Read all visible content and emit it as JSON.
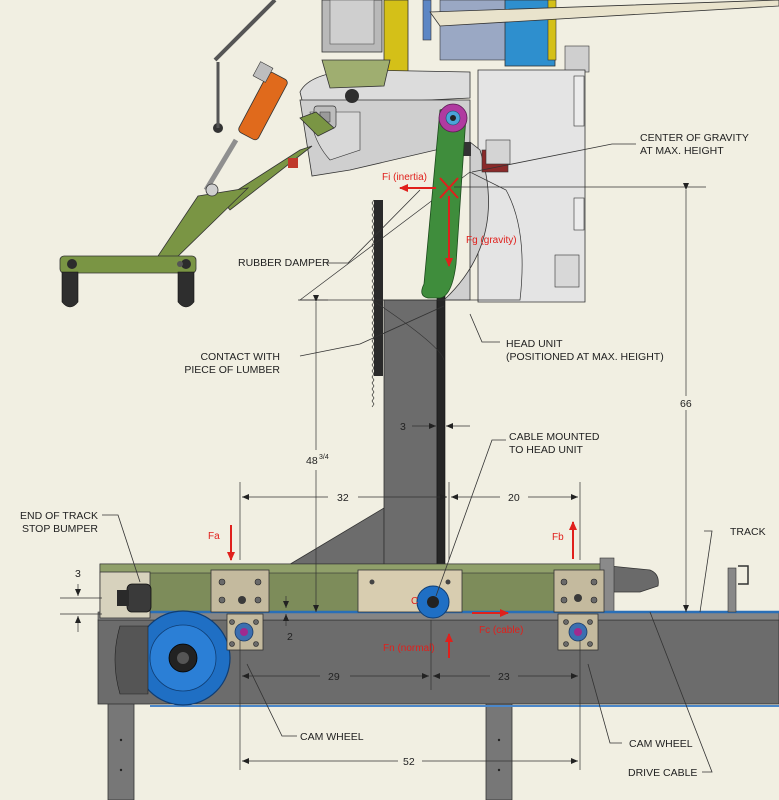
{
  "labels": {
    "cog": [
      "CENTER OF GRAVITY",
      "AT MAX. HEIGHT"
    ],
    "rubber_damper": "RUBBER DAMPER",
    "head_unit": [
      "HEAD UNIT",
      "(POSITIONED AT MAX. HEIGHT)"
    ],
    "contact": [
      "CONTACT WITH",
      "PIECE OF LUMBER"
    ],
    "cable_mounted": [
      "CABLE MOUNTED",
      "TO HEAD UNIT"
    ],
    "end_of_track": [
      "END OF TRACK",
      "STOP BUMPER"
    ],
    "track": "TRACK",
    "cam_wheel_left": "CAM WHEEL",
    "cam_wheel_right": "CAM WHEEL",
    "drive_cable": "DRIVE CABLE",
    "point_c": "C"
  },
  "forces": {
    "fi": "Fi (inertia)",
    "fg": "Fg (gravity)",
    "fa": "Fa",
    "fb": "Fb",
    "fc": "Fc (cable)",
    "fn": "Fn (normal)"
  },
  "dimensions": {
    "d66": "66",
    "d48": "48",
    "d48_frac": "3/4",
    "d3_mid": "3",
    "d32": "32",
    "d20": "20",
    "d3_left": "3",
    "d2": "2",
    "d29": "29",
    "d23": "23",
    "d52": "52"
  },
  "colors": {
    "background": "#f1efe2",
    "frame": "#6b6b6b",
    "track_green": "#7d8c5a",
    "arm_green": "#7a9544",
    "damper_green": "#3f8d3c",
    "head_unit": "#dedede",
    "wheel_blue": "#1f6fc4",
    "plate_tan": "#d8cdb0",
    "force_red": "#e0201c"
  }
}
